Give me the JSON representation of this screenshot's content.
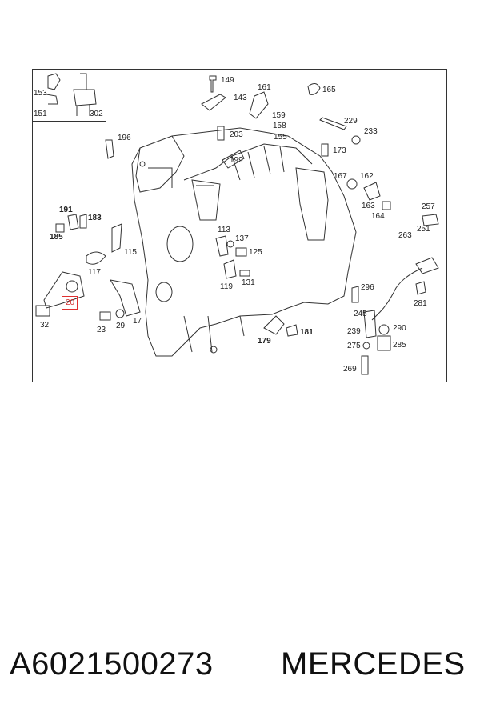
{
  "diagram": {
    "labels": {
      "l149": "149",
      "l161": "161",
      "l165": "165",
      "l143": "143",
      "l153": "153",
      "l151": "151",
      "l302": "302",
      "l196": "196",
      "l203": "203",
      "l159": "159",
      "l158": "158",
      "l155": "155",
      "l229": "229",
      "l233": "233",
      "l173": "173",
      "l199": "199",
      "l167": "167",
      "l162": "162",
      "l163": "163",
      "l164": "164",
      "l191": "191",
      "l183": "183",
      "l185": "185",
      "l257": "257",
      "l251": "251",
      "l263": "263",
      "l113": "113",
      "l137": "137",
      "l115": "115",
      "l125": "125",
      "l117": "117",
      "l119": "119",
      "l131": "131",
      "l296": "296",
      "l281": "281",
      "l245": "245",
      "l32": "32",
      "l23": "23",
      "l29": "29",
      "l17": "17",
      "l179": "179",
      "l181": "181",
      "l239": "239",
      "l290": "290",
      "l275": "275",
      "l285": "285",
      "l269": "269"
    },
    "highlighted_label": "20",
    "highlight_color": "#e03030"
  },
  "footer": {
    "part_number": "A6021500273",
    "brand": "MERCEDES"
  }
}
